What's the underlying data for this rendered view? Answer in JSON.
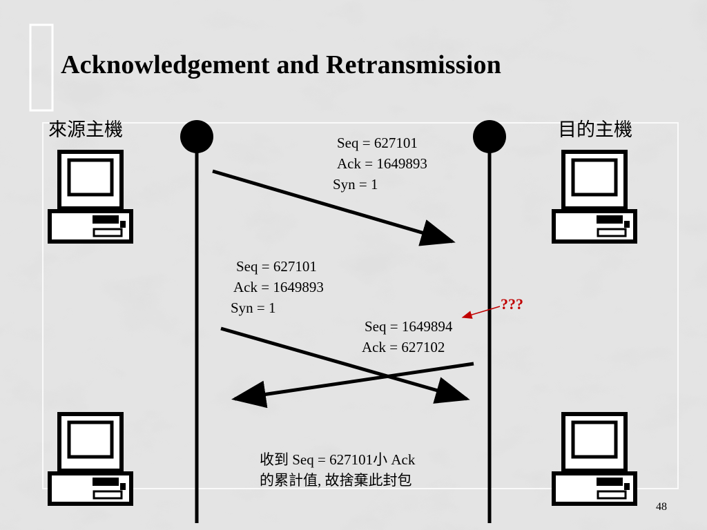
{
  "slide": {
    "title": "Acknowledgement and Retransmission",
    "page_number": "48"
  },
  "hosts": {
    "source_label": "來源主機",
    "destination_label": "目的主機"
  },
  "packets": {
    "first_syn": {
      "seq": "Seq = 627101",
      "ack": "Ack = 1649893",
      "syn": "Syn = 1"
    },
    "retransmitted_syn": {
      "seq": "Seq = 627101",
      "ack": "Ack = 1649893",
      "syn": "Syn = 1"
    },
    "reply": {
      "seq": "Seq = 1649894",
      "ack": "Ack = 627102"
    }
  },
  "annotation": {
    "question_marks": "???",
    "color": "#c00000"
  },
  "note": {
    "line1": "收到 Seq = 627101小 Ack",
    "line2": "的累計值, 故捨棄此封包"
  }
}
